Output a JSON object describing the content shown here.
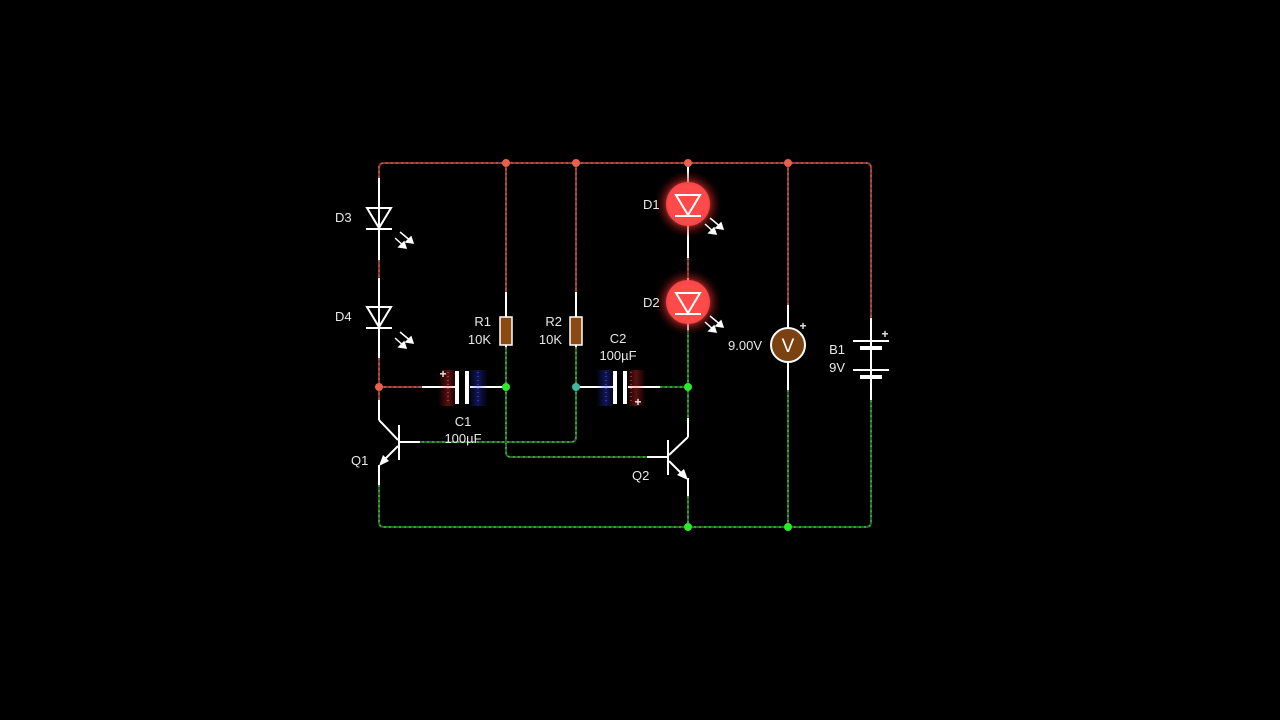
{
  "colors": {
    "background": "#000000",
    "positive_wire": "#d46a5a",
    "negative_wire": "#5fd05f",
    "mid_node": "#3fb8a0",
    "led_glow": "#ff4a4a",
    "resistor_body": "#8b4a12",
    "voltmeter_body": "#7a4210"
  },
  "components": {
    "D1": {
      "label": "D1",
      "type": "led",
      "lit": true
    },
    "D2": {
      "label": "D2",
      "type": "led",
      "lit": true
    },
    "D3": {
      "label": "D3",
      "type": "led",
      "lit": false
    },
    "D4": {
      "label": "D4",
      "type": "led",
      "lit": false
    },
    "R1": {
      "label": "R1",
      "value": "10K"
    },
    "R2": {
      "label": "R2",
      "value": "10K"
    },
    "C1": {
      "label": "C1",
      "value": "100µF",
      "polarity": "+"
    },
    "C2": {
      "label": "C2",
      "value": "100µF",
      "polarity": "+"
    },
    "Q1": {
      "label": "Q1",
      "type": "npn"
    },
    "Q2": {
      "label": "Q2",
      "type": "npn"
    },
    "B1": {
      "label": "B1",
      "value": "9V",
      "polarity": "+"
    },
    "VM": {
      "symbol": "V",
      "reading": "9.00V",
      "polarity": "+"
    }
  }
}
